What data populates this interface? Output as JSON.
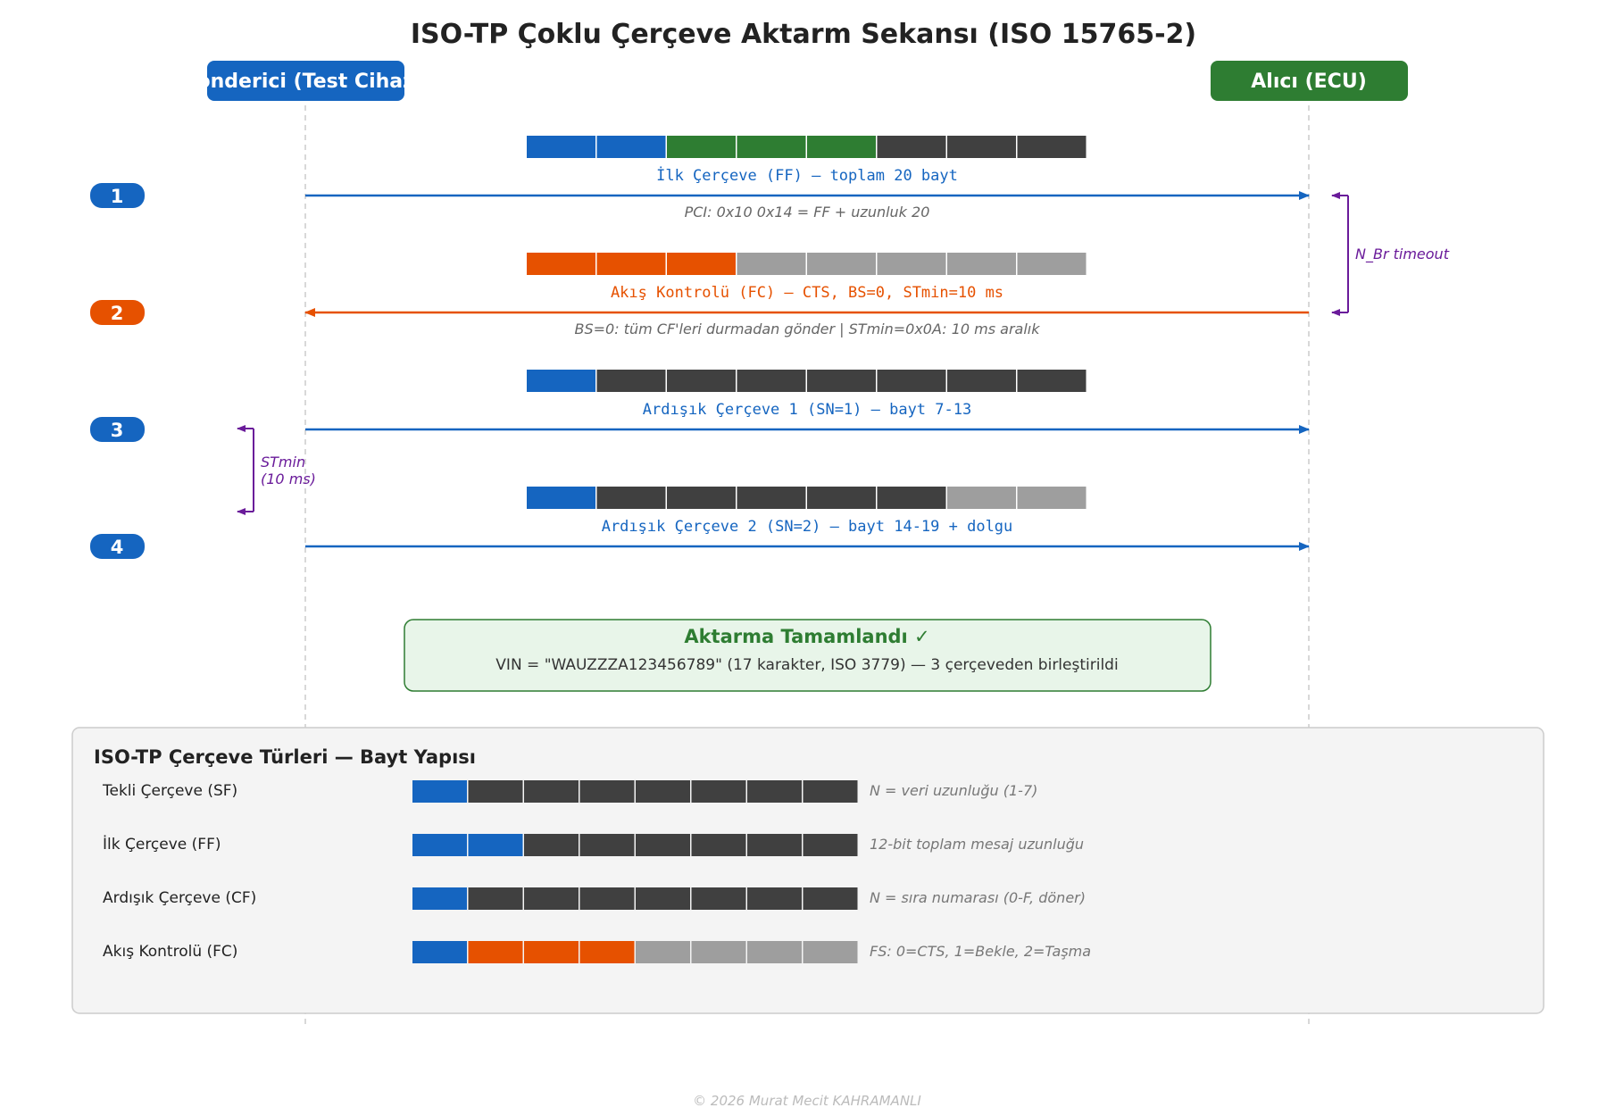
{
  "title": "ISO-TP Çoklu Çerçeve Aktarm Sekansı (ISO 15765-2)",
  "actors": {
    "sender": {
      "label": "Gönderici (Test Cihazı)",
      "color": "#1565c0"
    },
    "receiver": {
      "label": "Alıcı (ECU)",
      "color": "#2e7d32"
    }
  },
  "colors": {
    "pci": "#1565c0",
    "ff_length": "#2e7d32",
    "data": "#404040",
    "padding": "#9e9e9e",
    "fc": "#e65100",
    "timing": "#6a1b9a"
  },
  "messages": [
    {
      "step": "1",
      "direction": "right",
      "color": "#1565c0",
      "label": "İlk Çerçeve (FF) — toplam 20 bayt",
      "note": "PCI: 0x10 0x14 = FF + uzunluk 20",
      "bytes": [
        "pci",
        "pci",
        "ff_length",
        "ff_length",
        "ff_length",
        "data",
        "data",
        "data"
      ]
    },
    {
      "step": "2",
      "direction": "left",
      "color": "#e65100",
      "label": "Akış Kontrolü (FC) — CTS, BS=0, STmin=10 ms",
      "note": "BS=0: tüm CF'leri durmadan gönder | STmin=0x0A: 10 ms aralık",
      "bytes": [
        "fc",
        "fc",
        "fc",
        "padding",
        "padding",
        "padding",
        "padding",
        "padding"
      ]
    },
    {
      "step": "3",
      "direction": "right",
      "color": "#1565c0",
      "label": "Ardışık Çerçeve 1 (SN=1) — bayt 7-13",
      "note": "",
      "bytes": [
        "pci",
        "data",
        "data",
        "data",
        "data",
        "data",
        "data",
        "data"
      ]
    },
    {
      "step": "4",
      "direction": "right",
      "color": "#1565c0",
      "label": "Ardışık Çerçeve 2 (SN=2) — bayt 14-19 + dolgu",
      "note": "",
      "bytes": [
        "pci",
        "data",
        "data",
        "data",
        "data",
        "data",
        "padding",
        "padding"
      ]
    }
  ],
  "timings": {
    "nbr": {
      "label": "N_Br timeout"
    },
    "stmin": {
      "line1": "STmin",
      "line2": "(10 ms)"
    }
  },
  "completion": {
    "title": "Aktarma Tamamlandı ✓",
    "text": "VIN = \"WAUZZZA123456789\" (17 karakter, ISO 3779) — 3 çerçeveden birleştirildi"
  },
  "legend": {
    "title": "ISO-TP Çerçeve Türleri — Bayt Yapısı",
    "rows": [
      {
        "name": "Tekli Çerçeve (SF)",
        "desc": "N = veri uzunluğu (1-7)",
        "bytes": [
          "pci",
          "data",
          "data",
          "data",
          "data",
          "data",
          "data",
          "data"
        ]
      },
      {
        "name": "İlk Çerçeve (FF)",
        "desc": "12-bit toplam mesaj uzunluğu",
        "bytes": [
          "pci",
          "pci",
          "data",
          "data",
          "data",
          "data",
          "data",
          "data"
        ]
      },
      {
        "name": "Ardışık Çerçeve (CF)",
        "desc": "N = sıra numarası (0-F, döner)",
        "bytes": [
          "pci",
          "data",
          "data",
          "data",
          "data",
          "data",
          "data",
          "data"
        ]
      },
      {
        "name": "Akış Kontrolü (FC)",
        "desc": "FS: 0=CTS, 1=Bekle, 2=Taşma",
        "bytes": [
          "pci",
          "fc",
          "fc",
          "fc",
          "padding",
          "padding",
          "padding",
          "padding"
        ]
      }
    ]
  },
  "copyright": "© 2026 Murat Mecit KAHRAMANLI"
}
